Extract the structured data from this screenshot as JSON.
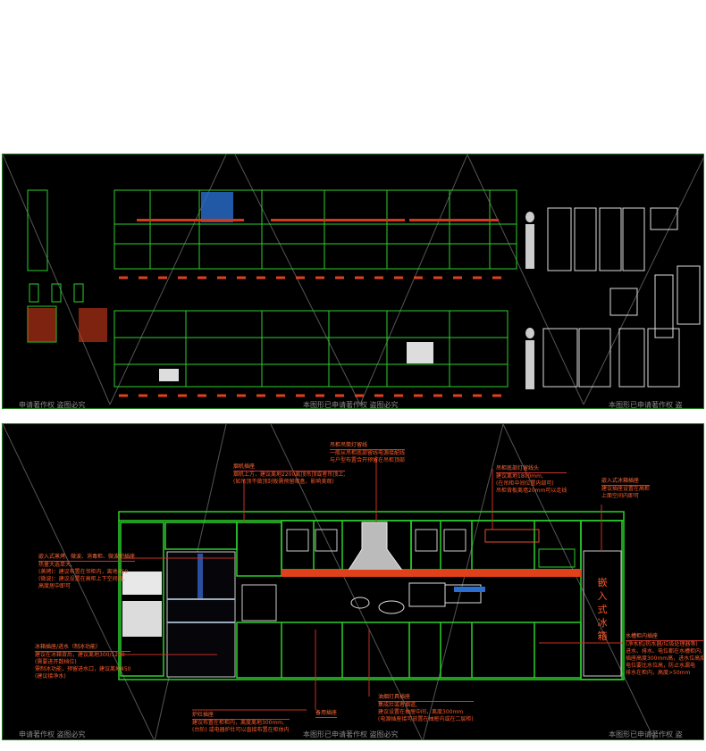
{
  "watermark": "本图形已申请著作权 盗图必究",
  "watermark_left": "申请著作权 盗图必究",
  "watermark_right": "本图形已申请著作权 盗",
  "labels": {
    "steam_oven": {
      "title": "嵌入式蒸烤、微波、消毒柜、微波炉插座",
      "lines": [
        "热量大选单大,",
        "(蒸烤)：建议布置在邻柜内，离地450",
        "(微波)：建议设置在高柜上下空间内,",
        "高度居中即可"
      ]
    },
    "fridge_socket": {
      "title": "冰箱插座/进水（制冰功能）",
      "lines": [
        "建议在冰箱背后，建议离地300/1200",
        "(需要进开数档位)",
        "需制冰功能，预留进水口，建议离地450",
        "(建议接净水)"
      ]
    },
    "hood_socket": {
      "title": "烟机插座",
      "lines": [
        "烟机上方，建议离地2200离顶吊顶或者吊顶上,",
        "(如吊顶不做顶封板需预留暗盒，影响美观)"
      ]
    },
    "cabinet_light": {
      "title": "吊柜吊筒灯留线",
      "lines": [
        "一般从吊柜底部留线电源接配线",
        "与户型布置合开预留在吊柜顶部"
      ]
    },
    "under_cabinet_light": {
      "title": "吊柜底部灯留线头",
      "lines": [
        "建议离地1800mm,",
        "(在吊柜中间位置内部可)",
        "吊柜背板离墙20mm可以走线"
      ]
    },
    "builtin_fridge_socket": {
      "title": "嵌入式冰箱插座",
      "lines": [
        "建议插座设置在高柜",
        "上面空间内即可"
      ]
    },
    "builtin_fridge": "嵌入式冰箱",
    "sink_socket": {
      "title": "水槽柜内插座",
      "lines": [
        "(净水机/热水器/垃圾处理器等)",
        "进水、排水、电位都在水槽柜内,",
        "插座高度300mm高，进水位高度400",
        "电位要比水位高，防止水漏电",
        "排水在柜内，高度>50mm"
      ]
    },
    "stove_socket": {
      "title": "炉灶插座",
      "lines": [
        "建议布置在柜柜内，离度离地300mm,",
        "(台阶) 或电器炉灶可以直接布置在柜体内"
      ]
    },
    "spare_socket": {
      "title": "备用插座"
    },
    "range_socket": {
      "title": "油烟灯具插座",
      "lines": [
        "集成灶或者烟道,",
        "建议设置在抽屉中间，离度300mm",
        "(电源插座接可放置在抽屉内或在二层柜)"
      ]
    }
  }
}
